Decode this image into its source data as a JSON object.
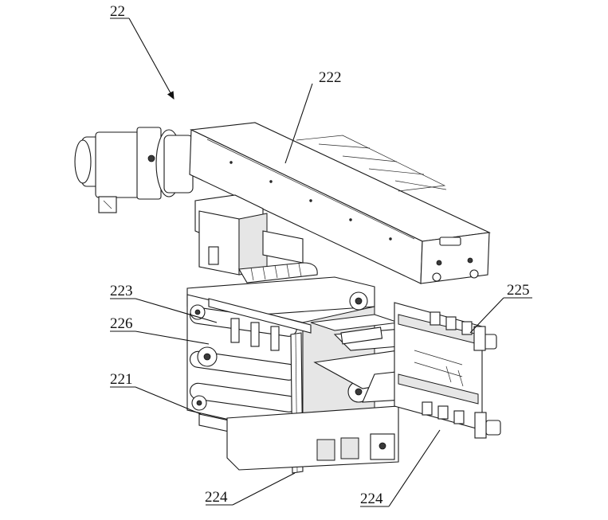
{
  "labels": {
    "assembly": "22",
    "beam": "222",
    "belt_upper": "223",
    "belt_middle": "226",
    "frame": "221",
    "gripper_head": "225",
    "rail_left": "224",
    "rail_right": "224"
  },
  "icons": {
    "motor": "servo-motor",
    "arrow": "pointer-arrow"
  }
}
